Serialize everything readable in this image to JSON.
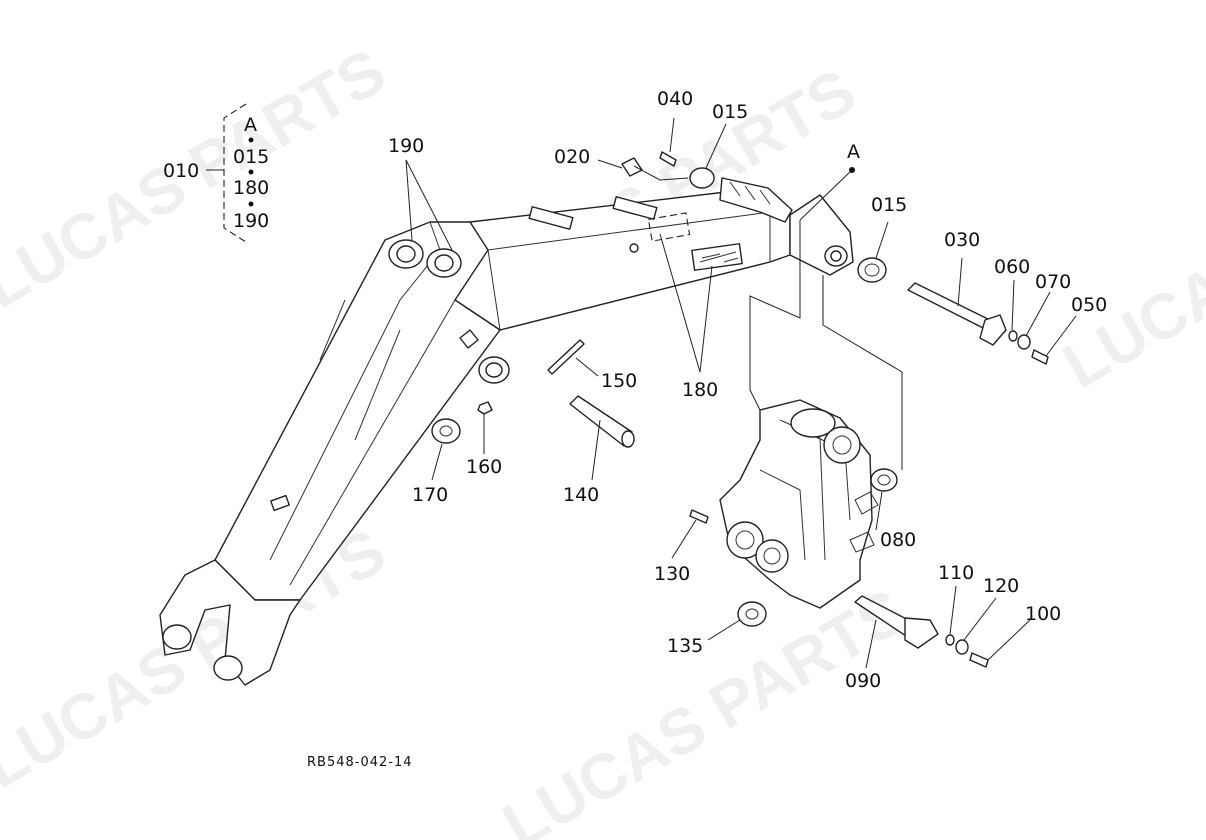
{
  "group": {
    "callout": "010",
    "items": [
      "A",
      "015",
      "180",
      "190"
    ]
  },
  "labels": {
    "p190": "190",
    "p040": "040",
    "p015a": "015",
    "p020": "020",
    "pA": "A",
    "p015b": "015",
    "p030": "030",
    "p060": "060",
    "p070": "070",
    "p050": "050",
    "p150": "150",
    "p180": "180",
    "p160": "160",
    "p170": "170",
    "p140": "140",
    "p080": "080",
    "p130": "130",
    "p135": "135",
    "p110": "110",
    "p120": "120",
    "p100": "100",
    "p090": "090"
  },
  "drawing_code": "RB548-042-14",
  "watermark": "LUCAS PARTS"
}
